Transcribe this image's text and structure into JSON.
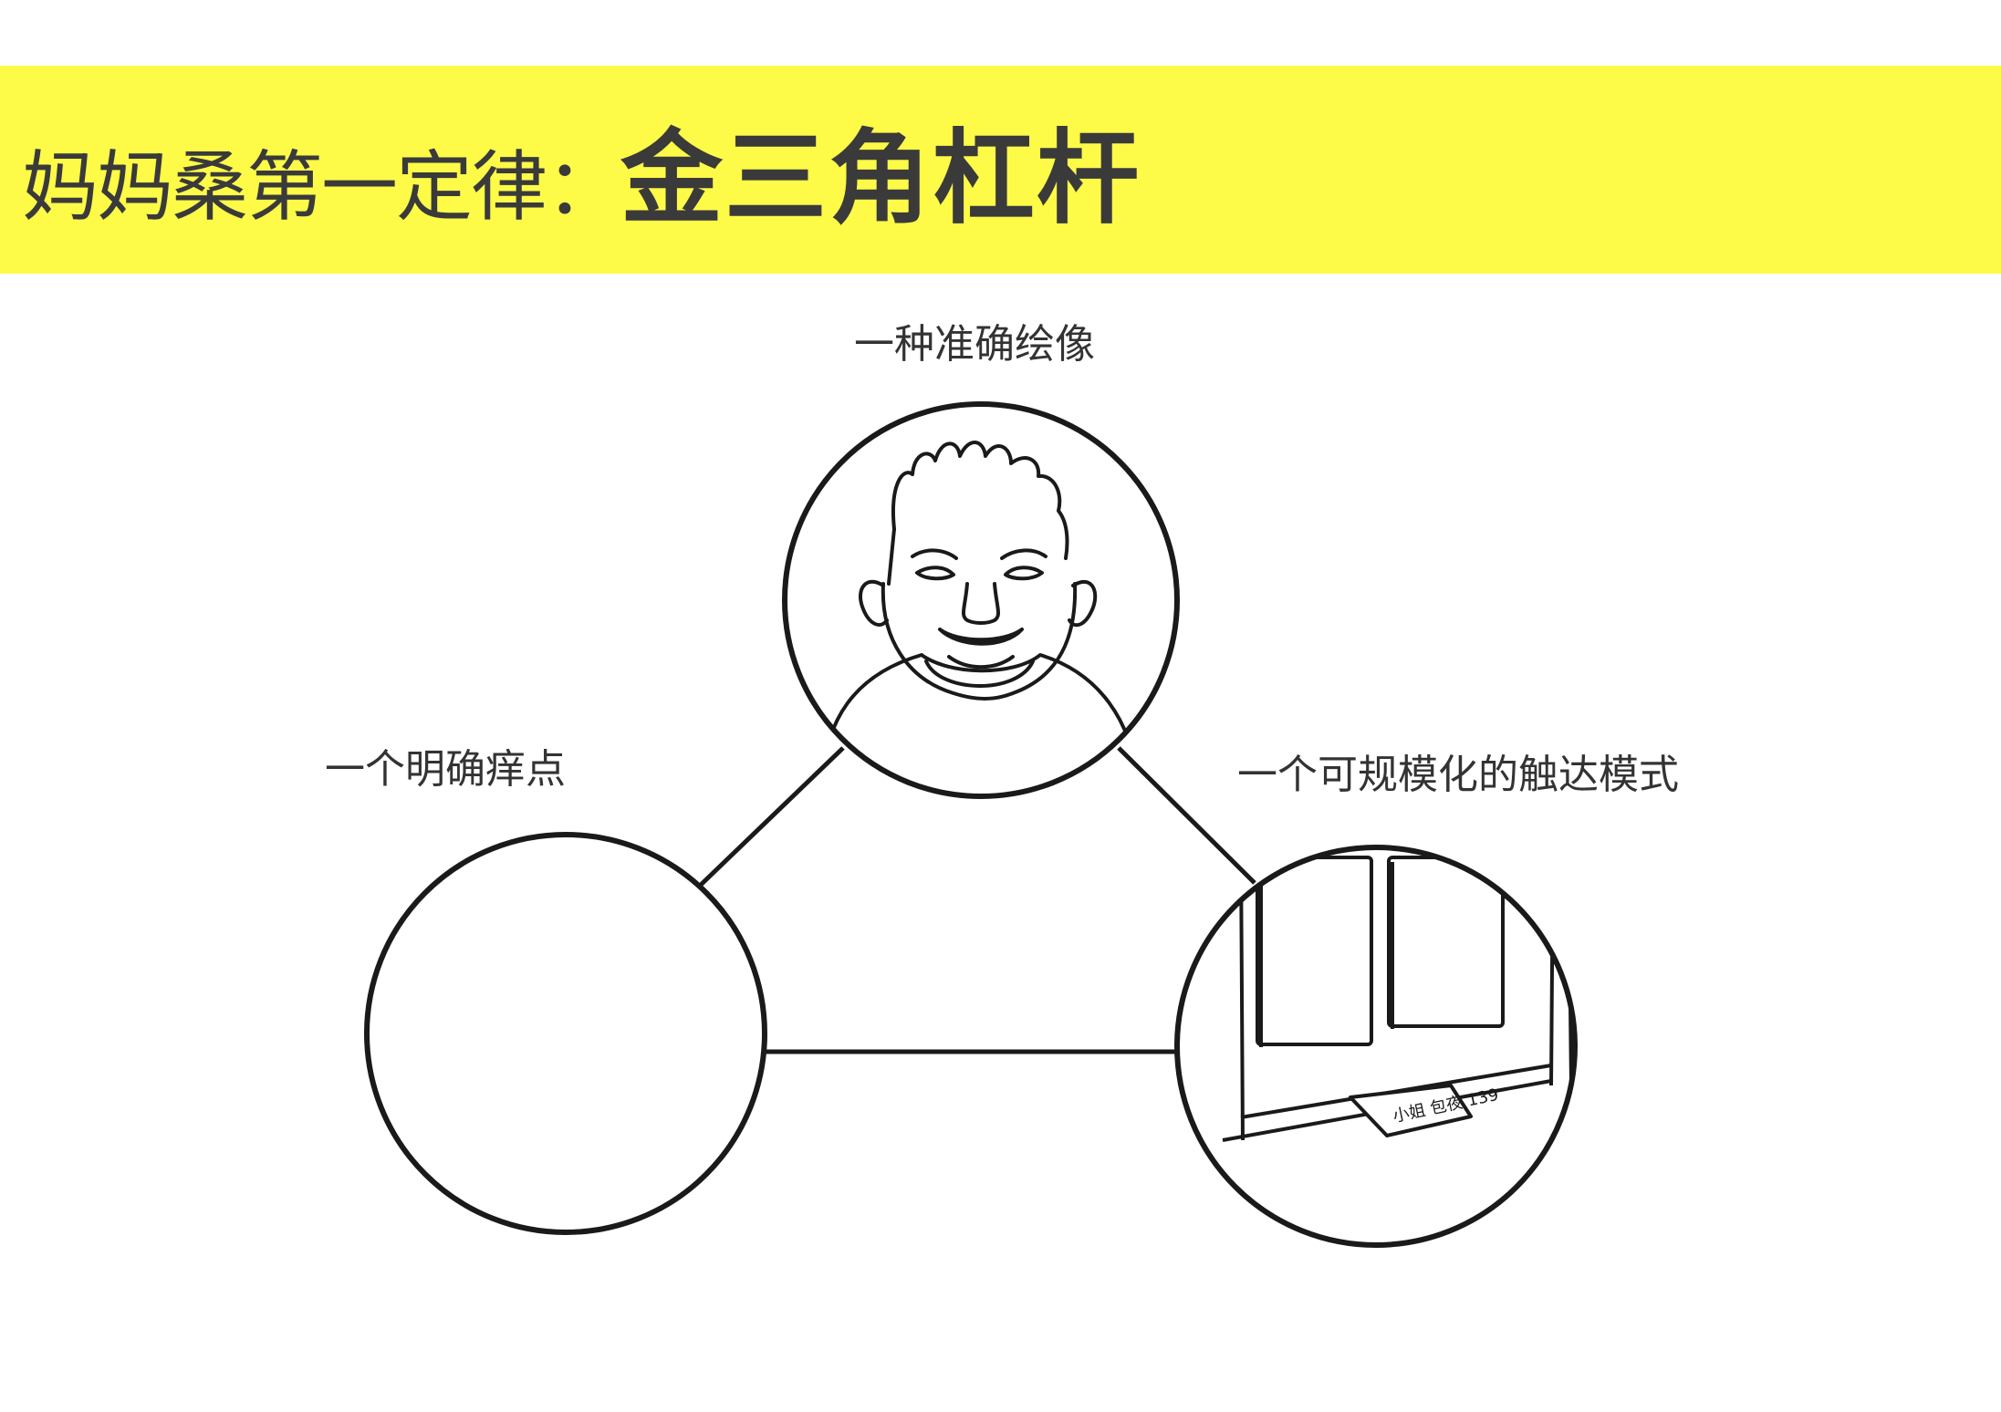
{
  "colors": {
    "banner": "#fdfa48",
    "ink": "#1a1a1a"
  },
  "title": {
    "part1": "妈妈桑第一定律：",
    "part2": "金三角杠杆"
  },
  "nodes": {
    "top": {
      "label": "一种准确绘像",
      "icon": "man-portrait-icon"
    },
    "left": {
      "label": "一个明确痒点",
      "icon": "empty-frame"
    },
    "right": {
      "label": "一个可规模化的触达模式",
      "icon": "door-flyer-icon"
    }
  },
  "flyer": {
    "text": "小姐 包夜 139"
  }
}
